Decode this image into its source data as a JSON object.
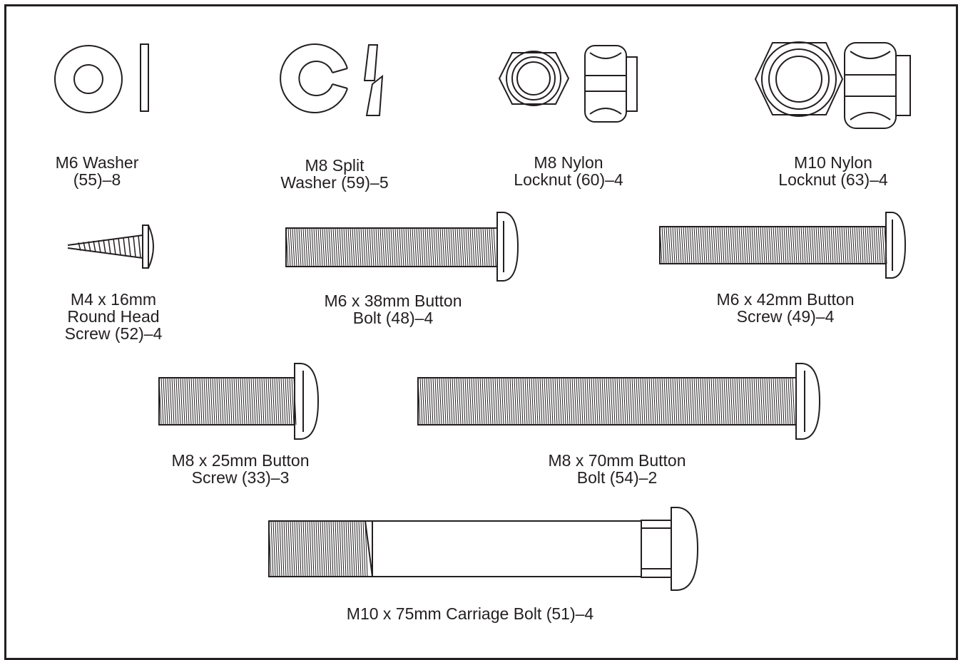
{
  "parts": [
    {
      "id": "m6-washer",
      "lines": [
        "M6 Washer",
        "(55)–8"
      ]
    },
    {
      "id": "m8-split-washer",
      "lines": [
        "M8 Split",
        "Washer (59)–5"
      ]
    },
    {
      "id": "m8-nylon-locknut",
      "lines": [
        "M8 Nylon",
        "Locknut (60)–4"
      ]
    },
    {
      "id": "m10-nylon-locknut",
      "lines": [
        "M10 Nylon",
        "Locknut (63)–4"
      ]
    },
    {
      "id": "m4-round-head-screw",
      "lines": [
        "M4 x 16mm",
        "Round Head",
        "Screw (52)–4"
      ]
    },
    {
      "id": "m6-38mm-button-bolt",
      "lines": [
        "M6 x 38mm Button",
        "Bolt (48)–4"
      ]
    },
    {
      "id": "m6-42mm-button-screw",
      "lines": [
        "M6 x 42mm Button",
        "Screw (49)–4"
      ]
    },
    {
      "id": "m8-25mm-button-screw",
      "lines": [
        "M8 x 25mm Button",
        "Screw (33)–3"
      ]
    },
    {
      "id": "m8-70mm-button-bolt",
      "lines": [
        "M8 x 70mm Button",
        "Bolt (54)–2"
      ]
    },
    {
      "id": "m10-75mm-carriage-bolt",
      "lines": [
        "M10 x 75mm Carriage Bolt (51)–4"
      ]
    }
  ]
}
